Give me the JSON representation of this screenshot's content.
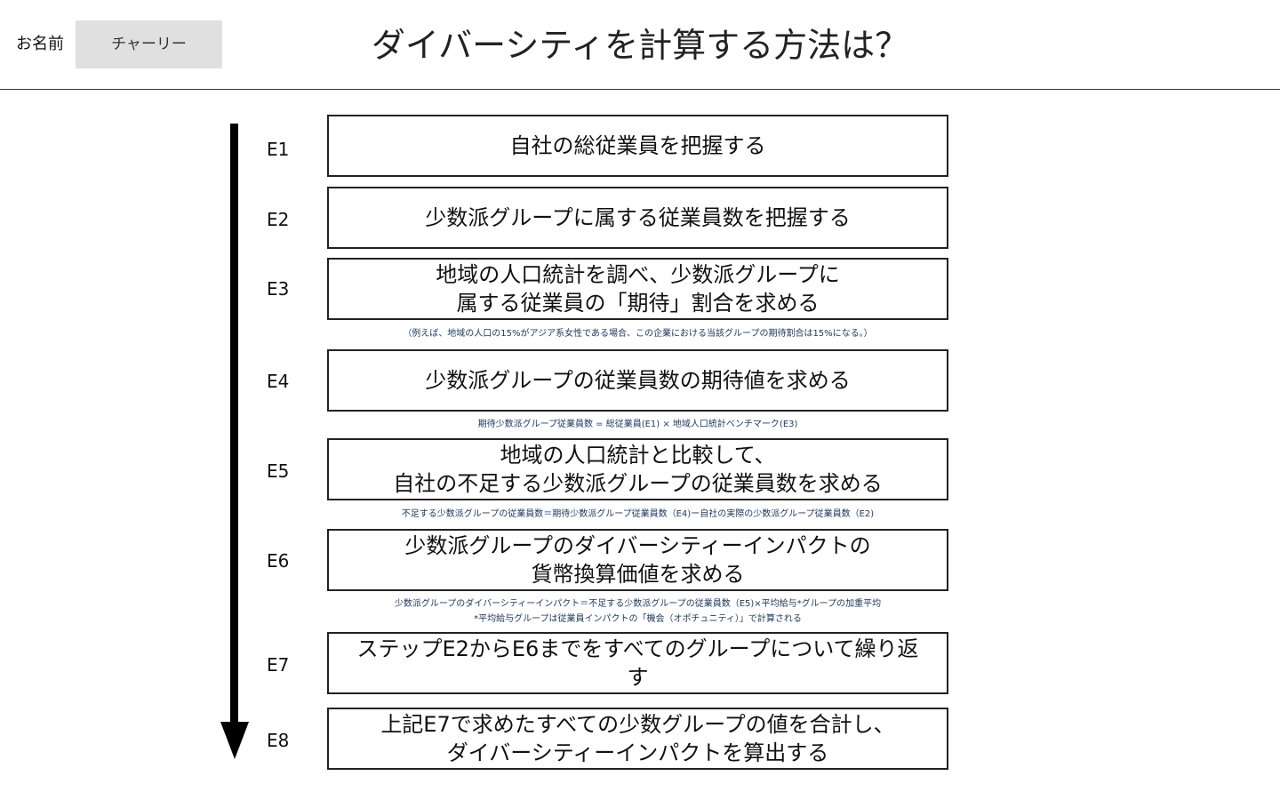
{
  "header": {
    "name_label": "お名前",
    "name_value": "チャーリー",
    "title": "ダイバーシティを計算する方法は？"
  },
  "steps": [
    {
      "id": "E1",
      "text": "自社の総従業員を把握する",
      "note": ""
    },
    {
      "id": "E2",
      "text": "少数派グループに属する従業員数を把握する",
      "note": ""
    },
    {
      "id": "E3",
      "text": "地域の人口統計を調べ、少数派グループに\n属する従業員の「期待」割合を求める",
      "note": "（例えば、地域の人口の15%がアジア系女性である場合、この企業における当該グループの期待割合は15%になる。）"
    },
    {
      "id": "E4",
      "text": "少数派グループの従業員数の期待値を求める",
      "note": "期待少数派グループ従業員数 = 総従業員(E1) × 地域人口統計ベンチマーク(E3)"
    },
    {
      "id": "E5",
      "text": "地域の人口統計と比較して、\n自社の不足する少数派グループの従業員数を求める",
      "note": "不足する少数派グループの従業員数＝期待少数派グループ従業員数（E4)ー自社の実際の少数派グループ従業員数（E2)"
    },
    {
      "id": "E6",
      "text": "少数派グループのダイバーシティーインパクトの\n貨幣換算価値を求める",
      "note": "少数派グループのダイバーシティーインパクト＝不足する少数派グループの従業員数（E5)×平均給与*グループの加重平均\n*平均給与グループは従業員インパクトの「機会（オポチュニティ）」で計算される"
    },
    {
      "id": "E7",
      "text": "ステップE2からE6までをすべてのグループについて繰り返\nす",
      "note": ""
    },
    {
      "id": "E8",
      "text": "上記E7で求めたすべての少数グループの値を合計し、\nダイバーシティーインパクトを算出する",
      "note": ""
    }
  ]
}
